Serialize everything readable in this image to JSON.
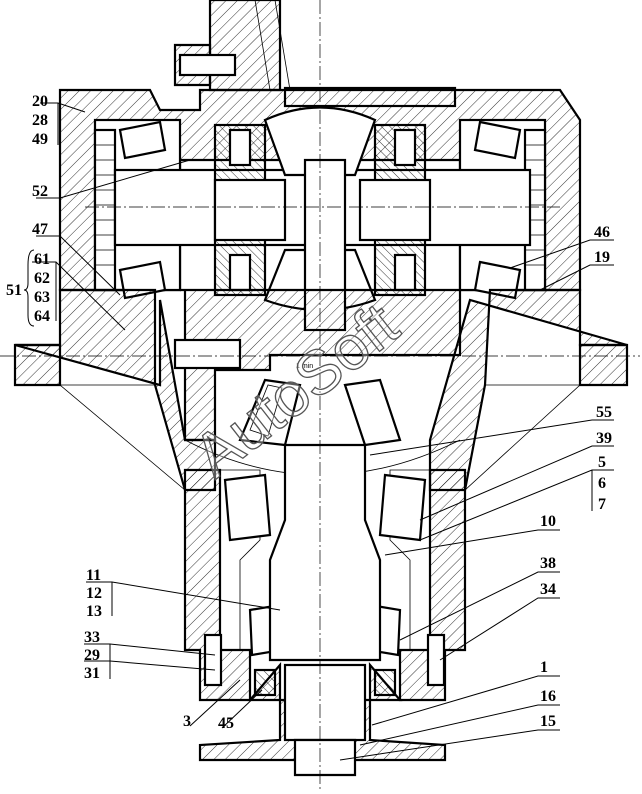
{
  "drawing": {
    "watermark": "AutoSoft",
    "note": "1 min",
    "labels_left": [
      {
        "id": "20",
        "text": "20"
      },
      {
        "id": "28",
        "text": "28"
      },
      {
        "id": "49",
        "text": "49"
      },
      {
        "id": "52",
        "text": "52"
      },
      {
        "id": "47",
        "text": "47"
      },
      {
        "id": "51",
        "text": "51"
      },
      {
        "id": "61",
        "text": "61"
      },
      {
        "id": "62",
        "text": "62"
      },
      {
        "id": "63",
        "text": "63"
      },
      {
        "id": "64",
        "text": "64"
      },
      {
        "id": "11",
        "text": "11"
      },
      {
        "id": "12",
        "text": "12"
      },
      {
        "id": "13",
        "text": "13"
      },
      {
        "id": "33",
        "text": "33"
      },
      {
        "id": "29",
        "text": "29"
      },
      {
        "id": "31",
        "text": "31"
      },
      {
        "id": "3",
        "text": "3"
      },
      {
        "id": "45",
        "text": "45"
      }
    ],
    "labels_right": [
      {
        "id": "46",
        "text": "46"
      },
      {
        "id": "19",
        "text": "19"
      },
      {
        "id": "55",
        "text": "55"
      },
      {
        "id": "39",
        "text": "39"
      },
      {
        "id": "5",
        "text": "5"
      },
      {
        "id": "6",
        "text": "6"
      },
      {
        "id": "7",
        "text": "7"
      },
      {
        "id": "10",
        "text": "10"
      },
      {
        "id": "38",
        "text": "38"
      },
      {
        "id": "34",
        "text": "34"
      },
      {
        "id": "1",
        "text": "1"
      },
      {
        "id": "16",
        "text": "16"
      },
      {
        "id": "15",
        "text": "15"
      }
    ]
  }
}
